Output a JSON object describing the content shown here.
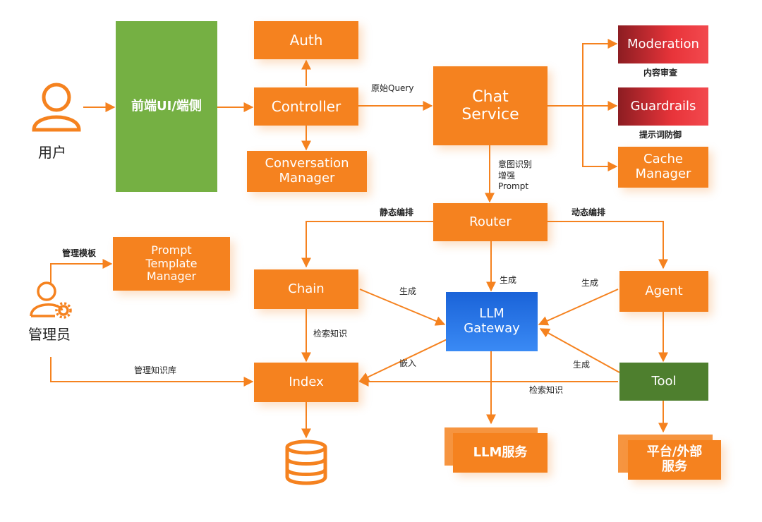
{
  "actors": {
    "user": {
      "label": "用户",
      "icon": "user-icon"
    },
    "admin": {
      "label": "管理员",
      "icon": "admin-user-gear-icon"
    }
  },
  "nodes": {
    "frontend": "前端UI/端侧",
    "auth": "Auth",
    "controller": "Controller",
    "conversation_manager": "Conversation\nManager",
    "chat_service": "Chat\nService",
    "moderation": "Moderation",
    "guardrails": "Guardrails",
    "cache_manager": "Cache\nManager",
    "router": "Router",
    "prompt_template_manager": "Prompt\nTemplate\nManager",
    "chain": "Chain",
    "llm_gateway": "LLM\nGateway",
    "agent": "Agent",
    "index": "Index",
    "tool": "Tool",
    "llm_service": "LLM服务",
    "platform_service": "平台/外部\n服务",
    "database": "database-icon"
  },
  "captions": {
    "moderation": "内容审查",
    "guardrails": "提示词防御"
  },
  "edges": {
    "raw_query": "原始Query",
    "intent": "意图识别\n增强\nPrompt",
    "static_orchestration": "静态编排",
    "dynamic_orchestration": "动态编排",
    "manage_template": "管理模板",
    "chain_generate": "生成",
    "router_generate": "生成",
    "agent_generate": "生成",
    "tool_generate": "生成",
    "retrieve_knowledge_chain": "检索知识",
    "retrieve_knowledge_tool": "检索知识",
    "embed": "嵌入",
    "manage_kb": "管理知识库"
  },
  "colors": {
    "orange": "#f5821f",
    "green": "#75b043",
    "dark_green": "#4e7f2e",
    "blue": "#1a63d8",
    "red": "#e8343a"
  }
}
